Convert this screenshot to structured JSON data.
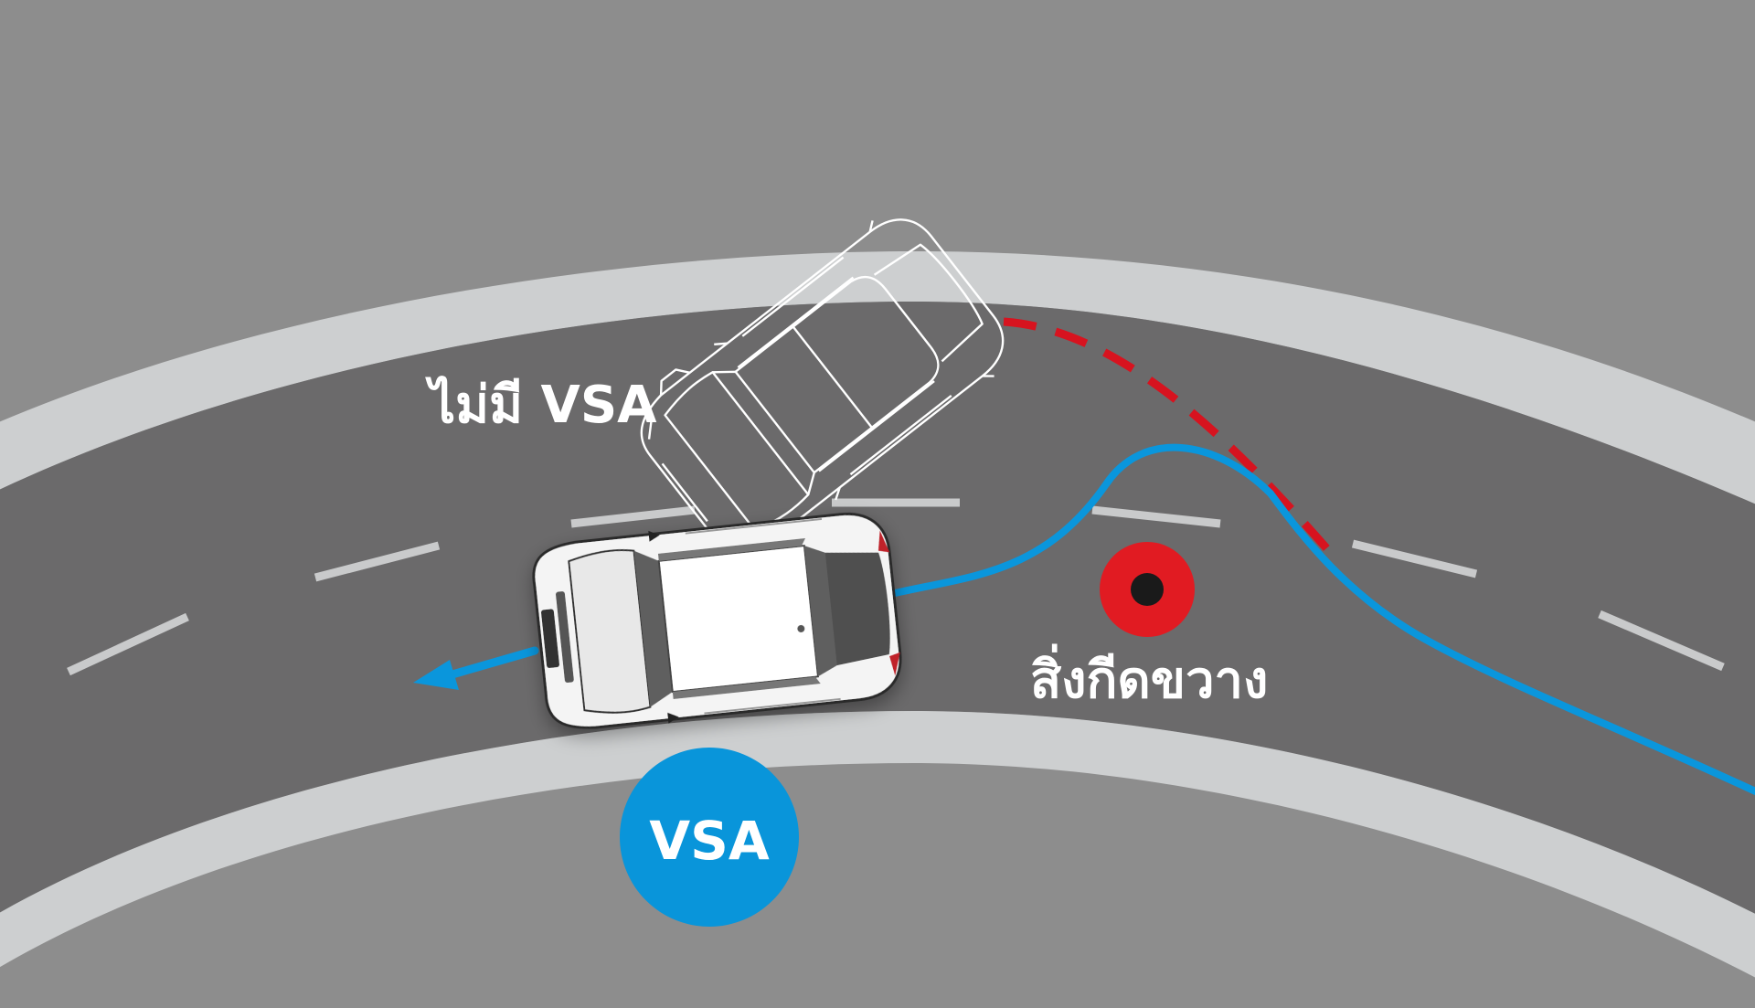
{
  "labels": {
    "without_vsa": "ไม่มี VSA",
    "obstacle": "สิ่งกีดขวาง",
    "vsa_badge": "VSA"
  },
  "colors": {
    "background": "#8d8d8d",
    "road": "#6b6a6b",
    "curb": "#cdcfd0",
    "lane_marking": "#c9cacb",
    "vsa_path": "#0a96dc",
    "no_vsa_path": "#d7131f",
    "obstacle": "#e11b22",
    "badge": "#0995da",
    "text": "#ffffff"
  },
  "icons": {
    "car_with_vsa": "white-suv-top-view-icon",
    "car_without_vsa": "outline-suv-top-view-icon",
    "obstacle": "red-obstacle-dot-icon",
    "direction": "blue-arrow-icon"
  }
}
